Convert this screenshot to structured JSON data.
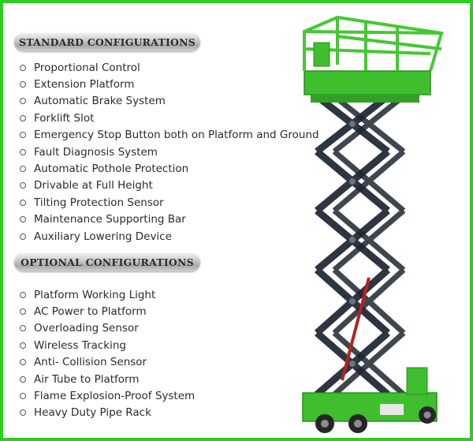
{
  "standard": {
    "title": "Standard Configurations",
    "items": [
      "Proportional Control",
      "Extension Platform",
      "Automatic Brake System",
      "Forklift Slot",
      "Emergency Stop Button both on Platform and Ground",
      "Fault Diagnosis System",
      "Automatic Pothole Protection",
      "Drivable at Full Height",
      "Tilting Protection Sensor",
      "Maintenance Supporting Bar",
      "Auxiliary Lowering Device"
    ]
  },
  "optional": {
    "title": "Optional Configurations",
    "items": [
      "Platform Working Light",
      "AC Power to Platform",
      "Overloading Sensor",
      "Wireless Tracking",
      "Anti- Collision Sensor",
      "Air Tube to Platform",
      "Flame Explosion-Proof System",
      "Heavy Duty Pipe Rack"
    ]
  },
  "colors": {
    "border": "#2ecc23",
    "lift_green": "#3fbf2e",
    "scissor_steel": "#2d3542",
    "text": "#2b2b2b"
  }
}
